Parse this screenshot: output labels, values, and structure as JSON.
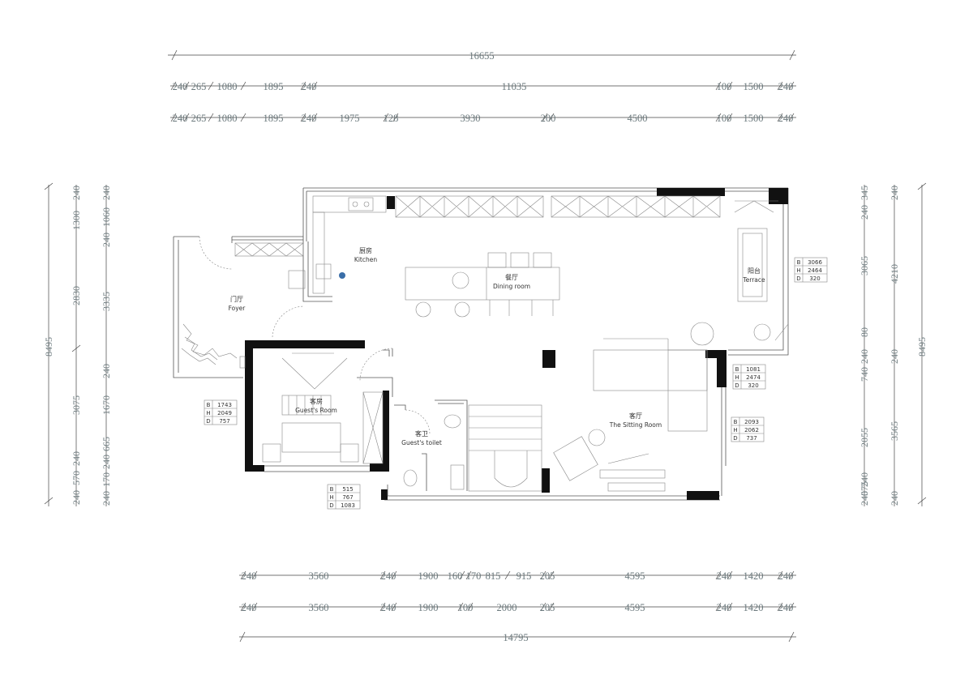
{
  "dimensions": {
    "top_total": "16655",
    "top_row1": [
      "240",
      "265",
      "1080",
      "1895",
      "240",
      "11035",
      "100",
      "1500",
      "240"
    ],
    "top_row2": [
      "240",
      "265",
      "1080",
      "1895",
      "240",
      "1975",
      "128",
      "3930",
      "200",
      "4500",
      "100",
      "1500",
      "240"
    ],
    "bottom_row1": [
      "240",
      "3560",
      "240",
      "1900",
      "160",
      "170",
      "815",
      "915",
      "205",
      "4595",
      "240",
      "1420",
      "240"
    ],
    "bottom_row2": [
      "240",
      "3560",
      "240",
      "1900",
      "100",
      "2000",
      "205",
      "4595",
      "240",
      "1420",
      "240"
    ],
    "bottom_total": "14795",
    "left_outer_total": "8495",
    "left_col1": [
      "240",
      "1300",
      "2830",
      "3075",
      "240",
      "570",
      "240"
    ],
    "left_col2": [
      "240",
      "1060",
      "240",
      "3335",
      "240",
      "1670",
      "665",
      "240",
      "170",
      "240"
    ],
    "right_col1": [
      "345",
      "240",
      "3065",
      "80",
      "240",
      "740",
      "2055",
      "240",
      "575",
      "240"
    ],
    "right_col2": [
      "240",
      "4210",
      "240",
      "3565",
      "240"
    ],
    "right_outer_total": "8495"
  },
  "rooms": {
    "kitchen": {
      "cn": "厨房",
      "en": "Kitchen"
    },
    "dining": {
      "cn": "餐厅",
      "en": "Dining room"
    },
    "terrace": {
      "cn": "阳台",
      "en": "Terrace"
    },
    "foyer": {
      "cn": "门厅",
      "en": "Foyer"
    },
    "guest_room": {
      "cn": "客房",
      "en": "Guest's Room"
    },
    "guest_toilet": {
      "cn": "客卫",
      "en": "Guest's toilet"
    },
    "sitting": {
      "cn": "客厅",
      "en": "The Sitting Room"
    }
  },
  "tables": {
    "terrace": [
      [
        "B",
        "3066"
      ],
      [
        "H",
        "2464"
      ],
      [
        "D",
        "320"
      ]
    ],
    "mid": [
      [
        "B",
        "1081"
      ],
      [
        "H",
        "2474"
      ],
      [
        "D",
        "320"
      ]
    ],
    "sitting": [
      [
        "B",
        "2093"
      ],
      [
        "H",
        "2062"
      ],
      [
        "D",
        "737"
      ]
    ],
    "guest": [
      [
        "B",
        "1743"
      ],
      [
        "H",
        "2049"
      ],
      [
        "D",
        "757"
      ]
    ],
    "toilet": [
      [
        "B",
        "515"
      ],
      [
        "H",
        "767"
      ],
      [
        "D",
        "1083"
      ]
    ]
  }
}
